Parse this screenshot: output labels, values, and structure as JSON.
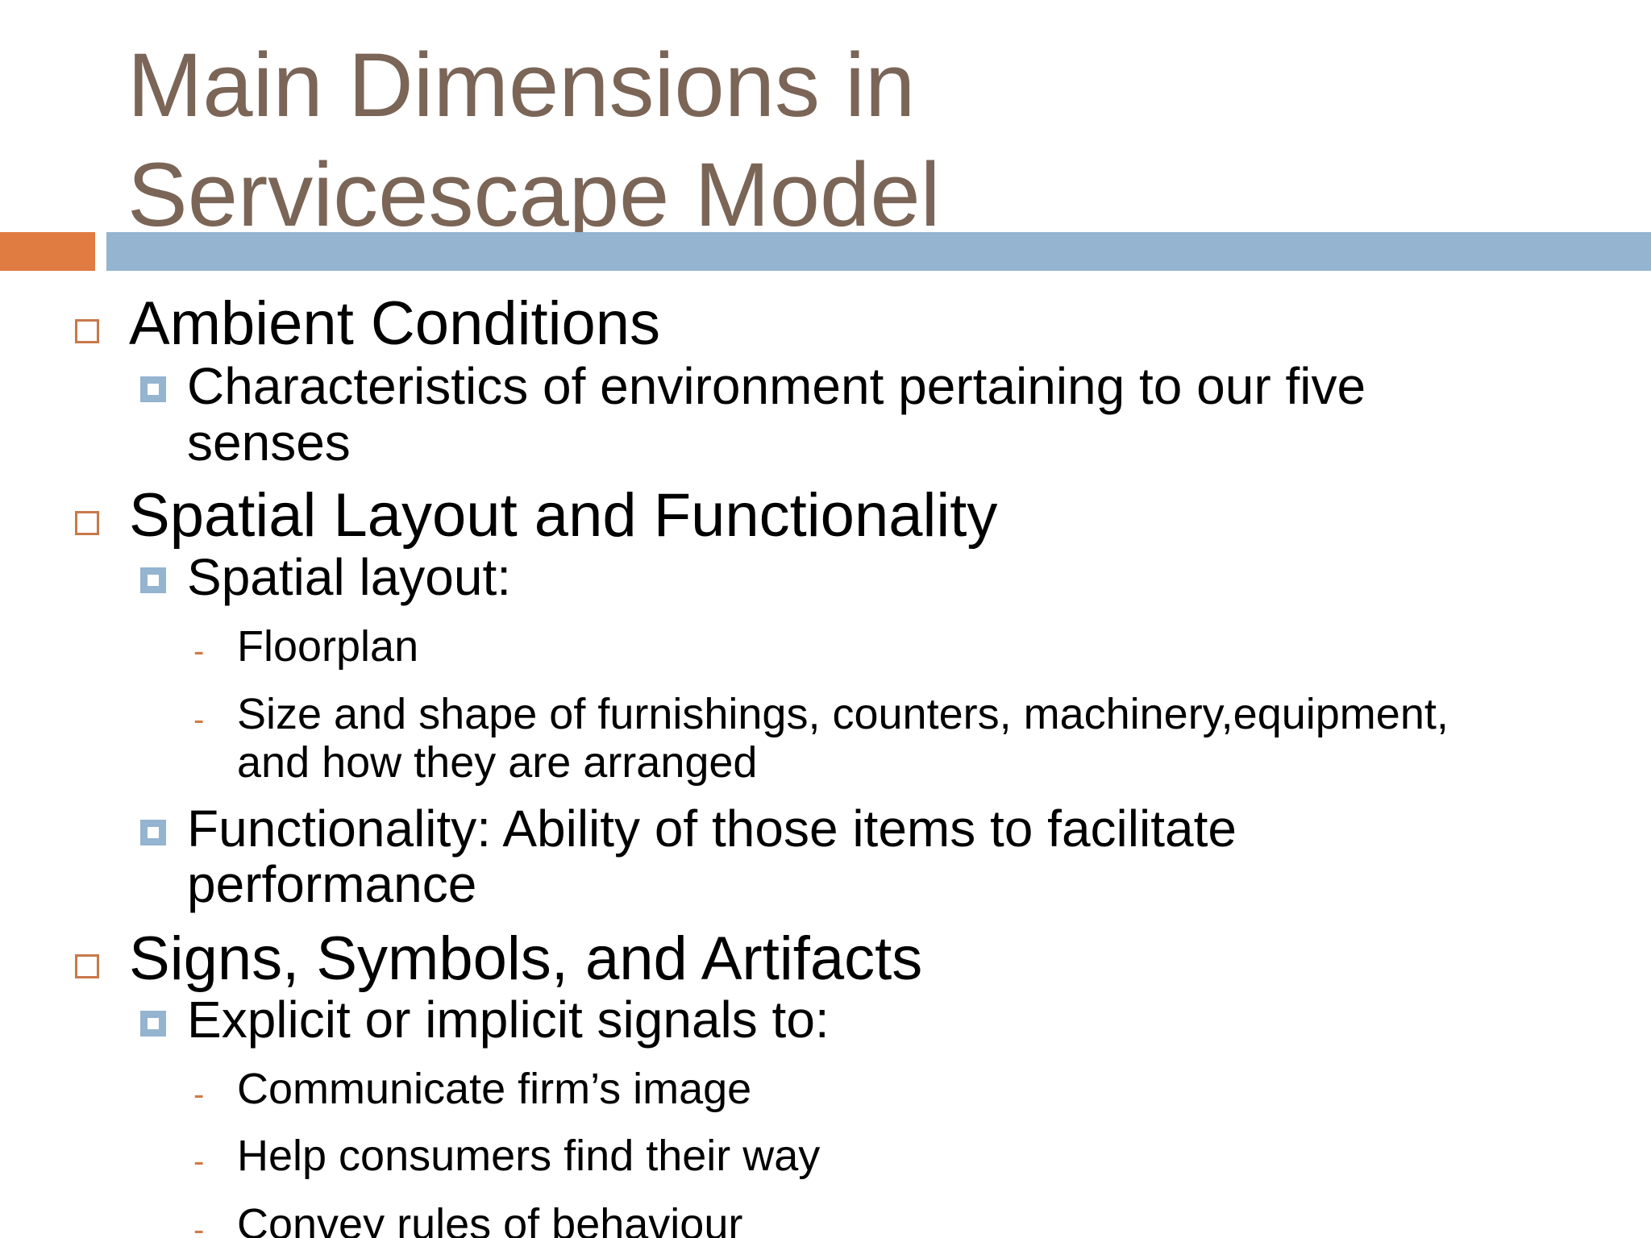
{
  "title": {
    "line1": "Main Dimensions in",
    "line2": "Servicescape Model"
  },
  "colors": {
    "title": "#7a6557",
    "accent_orange": "#e07b42",
    "accent_blue": "#94b4d0",
    "bullet_outline": "#c8794a",
    "bullet_dash": "#d17a45"
  },
  "icons": {
    "level1": "square-outline-icon",
    "level2": "square-filled-icon",
    "level3": "dash-icon"
  },
  "content": {
    "ambient": {
      "heading": "Ambient Conditions",
      "sub1_line1": "Characteristics of environment pertaining to our five",
      "sub1_line2": "senses"
    },
    "spatial": {
      "heading": "Spatial Layout and Functionality",
      "sub1": "Spatial layout:",
      "sub1_item1": "Floorplan",
      "sub1_item2_line1": "Size and shape of furnishings, counters, machinery,equipment,",
      "sub1_item2_line2": "and how they are arranged",
      "sub2_line1": "Functionality: Ability of those items to facilitate",
      "sub2_line2": "performance"
    },
    "signs": {
      "heading": "Signs, Symbols, and Artifacts",
      "sub1": "Explicit or implicit signals to:",
      "sub1_item1": "Communicate firm’s image",
      "sub1_item2": "Help consumers find their way",
      "sub1_item3": "Convey rules of behaviour"
    }
  }
}
